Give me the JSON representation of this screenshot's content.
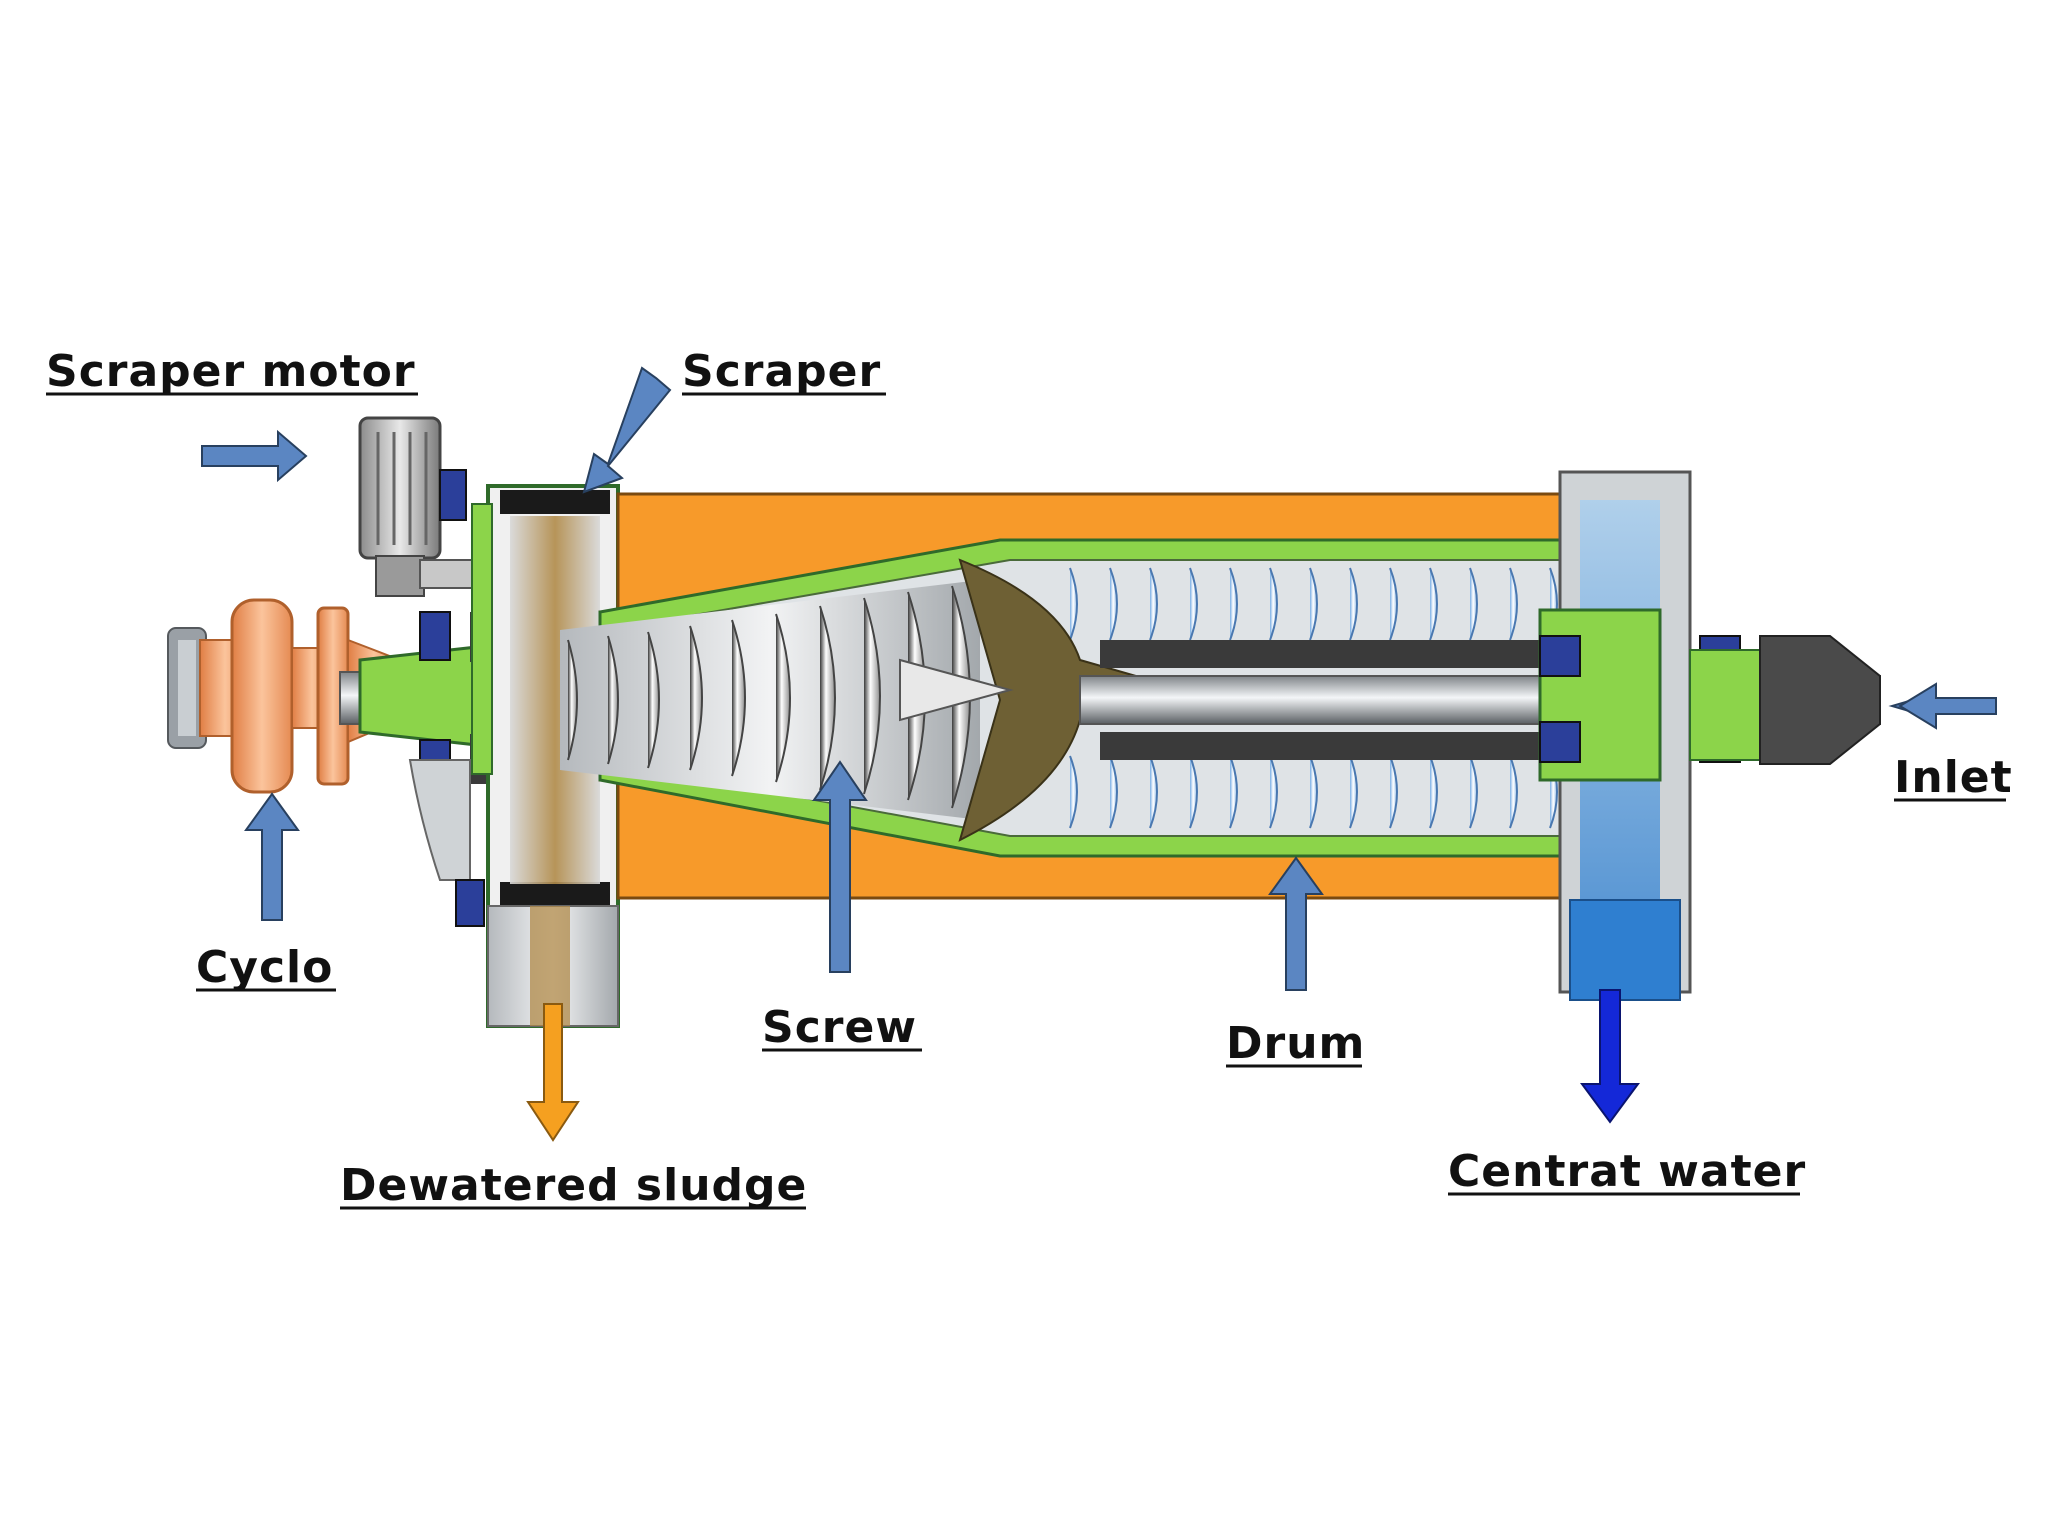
{
  "labels": {
    "scraper_motor": "Scraper motor",
    "scraper": "Scraper",
    "cyclo": "Cyclo",
    "screw": "Screw",
    "drum": "Drum",
    "inlet": "Inlet",
    "dewatered_sludge": "Dewatered sludge",
    "centrat_water": "Centrat water"
  },
  "colors": {
    "label_arrow": "#5b86c2",
    "sludge_arrow": "#f5a020",
    "water_arrow": "#1428d8",
    "bowl": "#f79a2a",
    "frame": "#8cd44a",
    "cyclo": "#f4a878",
    "sludge": "#a07a3a",
    "screw_core": "#6e6034"
  }
}
